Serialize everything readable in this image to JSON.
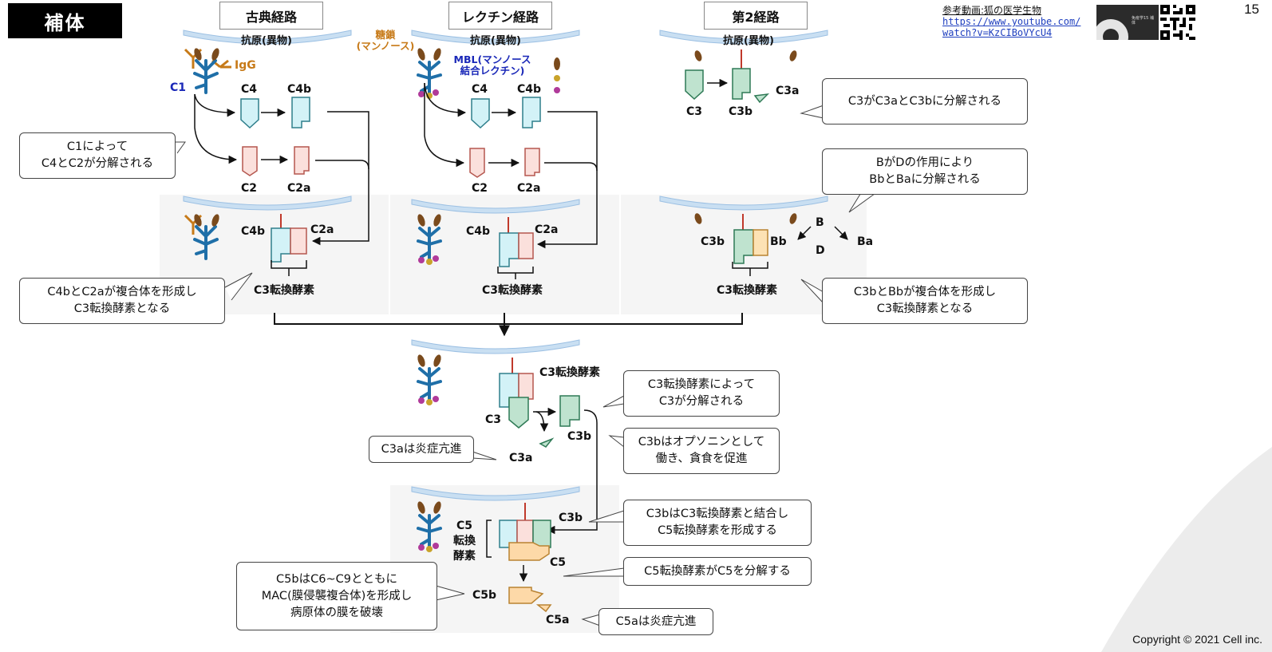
{
  "header": {
    "title": "補体",
    "page_number": "15",
    "reference_label": "参考動画:狐の医学生物",
    "reference_url_line1": "https://www.youtube.com/",
    "reference_url_line2": "watch?v=KzCIBoVYcU4",
    "thumbnail_text": "免疫学15 補体"
  },
  "pathways": {
    "classical": "古典経路",
    "lectin": "レクチン経路",
    "alternative": "第2経路"
  },
  "labels": {
    "antigen": "抗原(異物)",
    "igg": "IgG",
    "c1": "C1",
    "sugar_line1": "糖鎖",
    "sugar_line2": "(マンノース)",
    "mbl_line1": "MBL(マンノース",
    "mbl_line2": "結合レクチン)",
    "c4": "C4",
    "c4b": "C4b",
    "c2": "C2",
    "c2a": "C2a",
    "c3": "C3",
    "c3a": "C3a",
    "c3b": "C3b",
    "bb": "Bb",
    "b": "B",
    "ba": "Ba",
    "d": "D",
    "c3_convertase": "C3転換酵素",
    "c5_convertase_1": "C5",
    "c5_convertase_2": "転換",
    "c5_convertase_3": "酵素",
    "c5": "C5",
    "c5a": "C5a",
    "c5b": "C5b"
  },
  "callouts": {
    "c1_cleaves": "C1によって\nC4とC2が分解される",
    "c3_cleaved_alt": "C3がC3aとC3bに分解される",
    "b_cleaved": "BがDの作用により\nBbとBaに分解される",
    "c4b_c2a_complex": "C4bとC2aが複合体を形成し\nC3転換酵素となる",
    "c3b_bb_complex": "C3bとBbが複合体を形成し\nC3転換酵素となる",
    "c3_cleaved_by_conv": "C3転換酵素によって\nC3が分解される",
    "c3b_opsonin": "C3bはオプソニンとして\n働き、貪食を促進",
    "c3a_inflammation": "C3aは炎症亢進",
    "c3b_binds": "C3bはC3転換酵素と結合し\nC5転換酵素を形成する",
    "c5_conv_cleaves": "C5転換酵素がC5を分解する",
    "c5b_mac": "C5bはC6~C9とともに\nMAC(膜侵襲複合体)を形成し\n病原体の膜を破壊",
    "c5a_inflammation": "C5aは炎症亢進"
  },
  "colors": {
    "c4": "#d3f2f7",
    "c4_stroke": "#2f7f8c",
    "c2": "#fbe0dc",
    "c2_stroke": "#b5574f",
    "c3": "#bfe3cf",
    "c3_stroke": "#2f7a56",
    "bb": "#fde2b4",
    "bb_stroke": "#b98332",
    "c5": "#fdd9a8",
    "membrane": "#c9dff2",
    "panel": "#f5f5f5"
  },
  "copyright": "Copyright © 2021 Cell inc."
}
